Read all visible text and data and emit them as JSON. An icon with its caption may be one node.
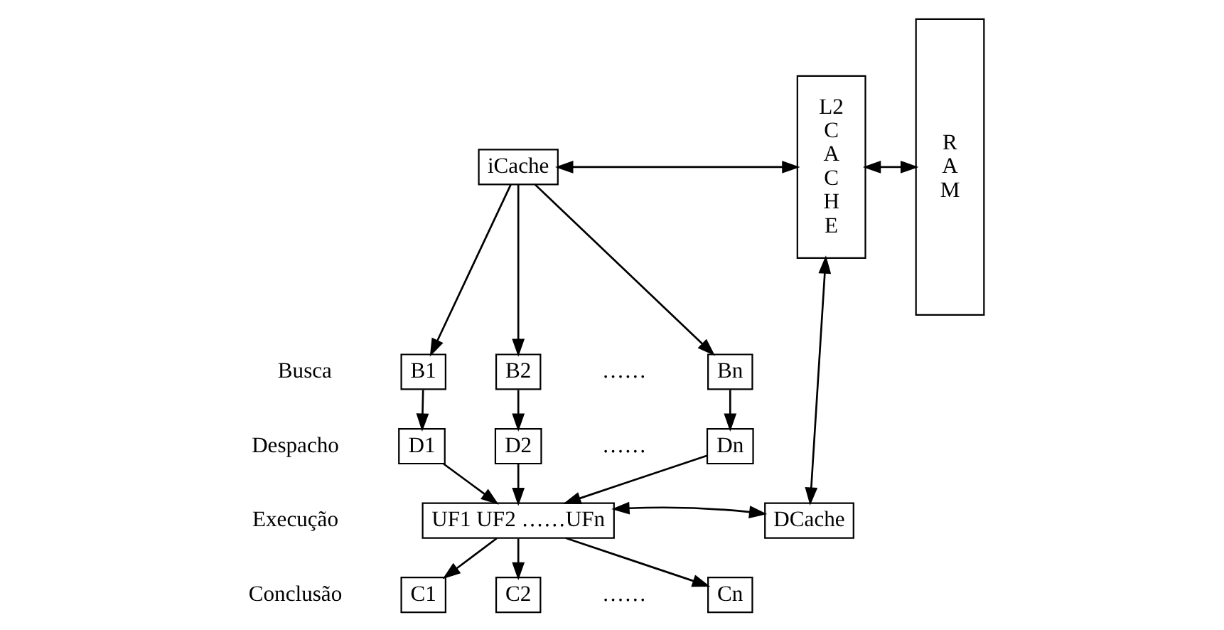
{
  "diagram": {
    "nodes": [
      {
        "text": [
          "iCache"
        ]
      },
      {
        "text": [
          "L2 C A C H E"
        ]
      },
      {
        "text": [
          "R A M"
        ]
      },
      {
        "text": [
          "B1"
        ]
      },
      {
        "text": [
          "B2"
        ]
      },
      {
        "text": [
          "Bn"
        ]
      },
      {
        "text": [
          "D1"
        ]
      },
      {
        "text": [
          "D2"
        ]
      },
      {
        "text": [
          "Dn"
        ]
      },
      {
        "text": [
          "UF1 UF2 ……UFn"
        ]
      },
      {
        "text": [
          "DCache"
        ]
      },
      {
        "text": [
          "C1"
        ]
      },
      {
        "text": [
          "C2"
        ]
      },
      {
        "text": [
          "Cn"
        ]
      }
    ],
    "edges": [
      {
        "from": 0,
        "to": 1,
        "arrow": "both"
      },
      {
        "from": 1,
        "to": 2,
        "arrow": "both"
      },
      {
        "from": 0,
        "to": 3,
        "arrow": "to"
      },
      {
        "from": 0,
        "to": 4,
        "arrow": "to"
      },
      {
        "from": 0,
        "to": 5,
        "arrow": "to"
      },
      {
        "from": 3,
        "to": 6,
        "arrow": "to"
      },
      {
        "from": 4,
        "to": 7,
        "arrow": "to"
      },
      {
        "from": 5,
        "to": 8,
        "arrow": "to"
      },
      {
        "from": 6,
        "to": 9,
        "arrow": "to"
      },
      {
        "from": 7,
        "to": 9,
        "arrow": "to"
      },
      {
        "from": 8,
        "to": 9,
        "arrow": "to"
      },
      {
        "from": 9,
        "to": 10,
        "arrow": "both"
      },
      {
        "from": 1,
        "to": 10,
        "arrow": "both"
      },
      {
        "from": 9,
        "to": 11,
        "arrow": "to"
      },
      {
        "from": 9,
        "to": 12,
        "arrow": "to"
      },
      {
        "from": 9,
        "to": 13,
        "arrow": "to"
      }
    ],
    "labels": [
      "Busca",
      "……",
      "Despacho",
      "……",
      "Execução",
      "Conclusão",
      "……"
    ]
  }
}
